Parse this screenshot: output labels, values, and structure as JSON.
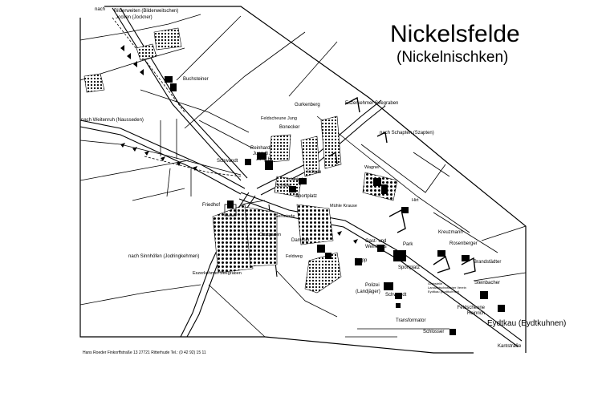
{
  "map": {
    "title": "Nickelsfelde",
    "subtitle": "(Nickelnischken)",
    "footer": "Hans Roeder  Finkorffstraße 13  27721 Ritterhude  Tel.: (0 42 92) 15 11",
    "destination": "Eydtkau (Eydtkuhnen)",
    "labels": {
      "nach": "nach",
      "bilderweiten": "Bilderweiten (Bilderweitschen)",
      "jocken": "Jocken (Jockner)",
      "buchsteiner": "Buchsteiner",
      "weitenruh": "nach Weitenruh (Nausseden)",
      "gurkenberg": "Gurkenberg",
      "seegraben_ne": "Eszerkehmer Seegraben",
      "feldscheune_jung": "Feldscheune Jung",
      "bonecker": "Bonecker",
      "reinhardt": "Reinhardt",
      "jung_g": "Jung G.",
      "jung_h": "Jung H.",
      "schwandt_w": "Schwandt",
      "schule": "Schule",
      "schapten": "nach Schapten (Szapten)",
      "wagner": "Wagner",
      "schaefer": "Schäfer",
      "schmiede": "Schmiede",
      "sportplatz_n": "Sportplatz",
      "muehle": "Mühle Krause",
      "hirt": "Hirt",
      "friedhof": "Friedhof",
      "gemeinde": "Gemeinde",
      "obstgarten": "Obstgarten",
      "dammin": "Dammin",
      "feldweg": "Feldweg",
      "gasthaus": "Gast- und Weinhaus",
      "park": "Park",
      "kreuzmann": "Kreuzmann",
      "rosenberger": "Rosenberger",
      "brandstaedter": "Brandstädter",
      "sinnhoefen": "nach Sinnhöfen (Jodringkehmen)",
      "seegraben_sw": "Eszerkehmer Seegraben",
      "lupp": "Lupp",
      "sportplatz_s": "Sportplatz",
      "polizei": "Polizei",
      "landjaeger": "(Landjäger)",
      "schwandt_e": "Schwandt",
      "grabstelle": "Grabstelle Landwirtschaftlicher Verein Eydtkau (Eydtkuhnen)",
      "steinbacher": "Steinbacher",
      "feldscheune_heinrich": "Feldscheune Heinrich",
      "transformator": "Transformator",
      "schlosser": "Schlosser",
      "kantstrasse": "Kantstraße"
    }
  }
}
